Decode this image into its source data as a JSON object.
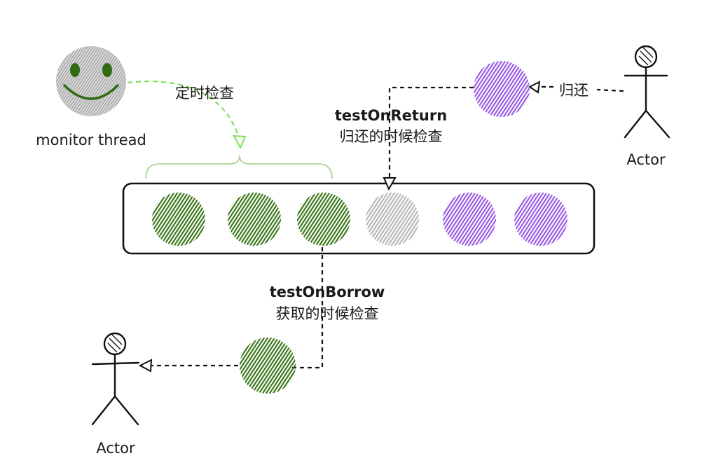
{
  "monitor": {
    "label": "monitor thread",
    "timed_check_label": "定时检查"
  },
  "return_flow": {
    "actor_label": "Actor",
    "return_label": "归还",
    "check_title": "testOnReturn",
    "check_desc": "归还的时候检查"
  },
  "borrow_flow": {
    "actor_label": "Actor",
    "check_title": "testOnBorrow",
    "check_desc": "获取的时候检查"
  },
  "pool": {
    "connections": [
      "idle",
      "idle",
      "idle",
      "checking",
      "returned",
      "returned"
    ]
  },
  "colors": {
    "idle": "#3f7a1f",
    "checking": "#b8b8b8",
    "returned": "#9b5de5",
    "monitor_face": "#a8a8a8",
    "monitor_features": "#2f6b12",
    "monitor_arrow": "#7fe05a",
    "brace": "#a9d69a"
  }
}
